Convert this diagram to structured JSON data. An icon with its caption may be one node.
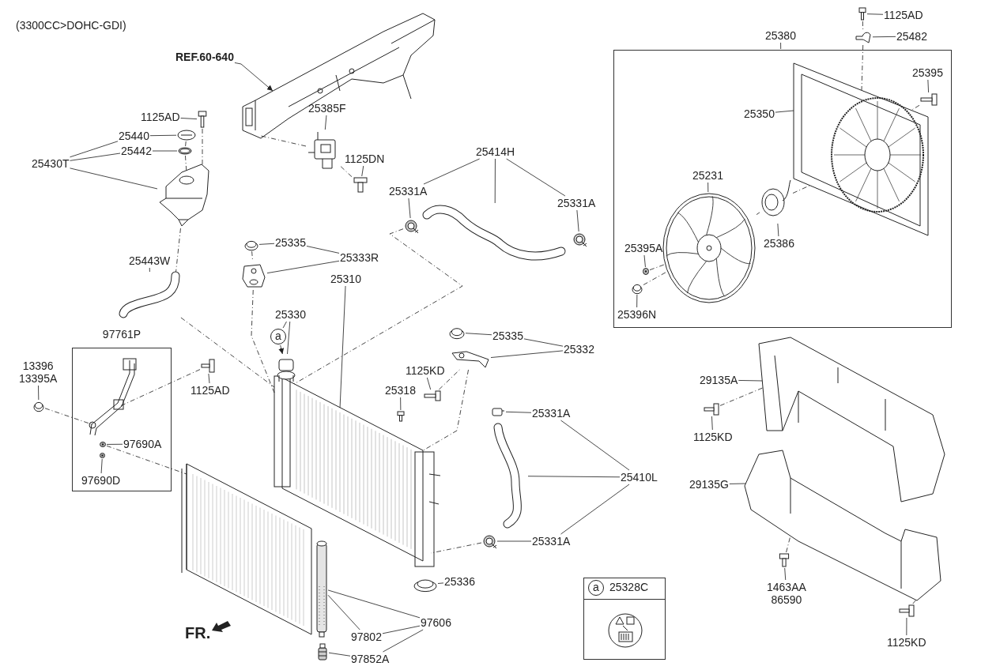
{
  "diagram": {
    "nodes": [
      {
        "text": [
          "REF.60-640"
        ]
      },
      {
        "text": [],
        "shape": "picture"
      },
      {
        "text": [
          "25385F"
        ]
      },
      {
        "text": [],
        "shape": "picture"
      },
      {
        "text": [
          "1125DN"
        ]
      },
      {
        "text": [],
        "shape": "picture"
      },
      {
        "text": [
          "1125AD"
        ]
      },
      {
        "text": [],
        "shape": "picture"
      },
      {
        "text": [
          "25440"
        ]
      },
      {
        "text": [],
        "shape": "picture"
      },
      {
        "text": [
          "25442"
        ]
      },
      {
        "text": [],
        "shape": "picture"
      },
      {
        "text": [
          "25430T"
        ]
      },
      {
        "text": [],
        "shape": "picture"
      },
      {
        "text": [
          "25443W"
        ]
      },
      {
        "text": [],
        "shape": "picture"
      },
      {
        "text": [
          "25335"
        ]
      },
      {
        "text": [],
        "shape": "picture"
      },
      {
        "text": [
          "25333R"
        ]
      },
      {
        "text": [],
        "shape": "picture"
      },
      {
        "text": [
          "25310"
        ]
      },
      {
        "text": [],
        "shape": "picture"
      },
      {
        "text": [
          "25330"
        ]
      },
      {
        "text": [
          "a"
        ]
      },
      {
        "text": [],
        "shape": "picture"
      },
      {
        "text": [
          "25318"
        ]
      },
      {
        "text": [],
        "shape": "picture"
      },
      {
        "text": [
          "1125KD"
        ]
      },
      {
        "text": [],
        "shape": "picture"
      },
      {
        "text": [
          "25335"
        ]
      },
      {
        "text": [],
        "shape": "picture"
      },
      {
        "text": [
          "25332"
        ]
      },
      {
        "text": [],
        "shape": "picture"
      },
      {
        "text": [
          "25414H"
        ]
      },
      {
        "text": [],
        "shape": "picture"
      },
      {
        "text": [
          "25331A"
        ]
      },
      {
        "text": [],
        "shape": "picture"
      },
      {
        "text": [
          "25331A"
        ]
      },
      {
        "text": [],
        "shape": "picture"
      },
      {
        "text": [
          "25331A"
        ]
      },
      {
        "text": [],
        "shape": "picture"
      },
      {
        "text": [
          "25410L"
        ]
      },
      {
        "text": [],
        "shape": "picture"
      },
      {
        "text": [
          "25331A"
        ]
      },
      {
        "text": [],
        "shape": "picture"
      },
      {
        "text": [
          "25336"
        ]
      },
      {
        "text": [],
        "shape": "picture"
      },
      {
        "text": [
          "97761P"
        ]
      },
      {
        "text": [],
        "shape": "picture",
        "in": 47
      },
      {
        "text": [
          "97690A"
        ],
        "in": 47
      },
      {
        "text": [],
        "shape": "picture",
        "in": 47
      },
      {
        "text": [
          "97690D"
        ],
        "in": 47
      },
      {
        "text": [],
        "shape": "picture",
        "in": 47
      },
      {
        "text": [
          "13396",
          "13395A"
        ]
      },
      {
        "text": [],
        "shape": "picture"
      },
      {
        "text": [
          "1125AD"
        ]
      },
      {
        "text": [],
        "shape": "picture"
      },
      {
        "text": [
          "97606"
        ]
      },
      {
        "text": [],
        "shape": "picture"
      },
      {
        "text": [
          "97802"
        ]
      },
      {
        "text": [],
        "shape": "picture"
      },
      {
        "text": [
          "97852A"
        ]
      },
      {
        "text": [],
        "shape": "picture"
      },
      {
        "text": [],
        "shape": "box"
      },
      {
        "text": [
          "a"
        ],
        "in": 63
      },
      {
        "text": [
          "25328C"
        ],
        "in": 63
      },
      {
        "text": [],
        "shape": "picture",
        "in": 63
      },
      {
        "text": [
          "25380"
        ]
      },
      {
        "text": [],
        "shape": "box"
      },
      {
        "text": [
          "1125AD"
        ]
      },
      {
        "text": [],
        "shape": "picture"
      },
      {
        "text": [
          "25482"
        ]
      },
      {
        "text": [],
        "shape": "picture"
      },
      {
        "text": [
          "25395"
        ],
        "in": 68
      },
      {
        "text": [],
        "shape": "picture",
        "in": 68
      },
      {
        "text": [
          "25350"
        ],
        "in": 68
      },
      {
        "text": [],
        "shape": "picture",
        "in": 68
      },
      {
        "text": [
          "25231"
        ],
        "in": 68
      },
      {
        "text": [],
        "shape": "picture",
        "in": 68
      },
      {
        "text": [],
        "shape": "picture",
        "in": 68
      },
      {
        "text": [
          "25386"
        ],
        "in": 68
      },
      {
        "text": [
          "25395A"
        ],
        "in": 68
      },
      {
        "text": [],
        "shape": "picture",
        "in": 68
      },
      {
        "text": [
          "25396N"
        ],
        "in": 68
      },
      {
        "text": [],
        "shape": "picture",
        "in": 68
      },
      {
        "text": [
          "29135A"
        ]
      },
      {
        "text": [],
        "shape": "picture"
      },
      {
        "text": [
          "29135G"
        ]
      },
      {
        "text": [
          "1125KD"
        ]
      },
      {
        "text": [],
        "shape": "picture"
      },
      {
        "text": [
          "1463AA",
          "86590"
        ]
      },
      {
        "text": [],
        "shape": "picture"
      },
      {
        "text": [
          "1125KD"
        ]
      },
      {
        "text": [],
        "shape": "picture"
      }
    ],
    "edges": [
      {
        "from": 0,
        "to": 1,
        "arrow": "to"
      },
      {
        "from": 2,
        "to": 3,
        "arrow": "none"
      },
      {
        "from": 4,
        "to": 5,
        "arrow": "none"
      },
      {
        "from": 6,
        "to": 7,
        "arrow": "none"
      },
      {
        "from": 8,
        "to": 9,
        "arrow": "none"
      },
      {
        "from": 10,
        "to": 11,
        "arrow": "none"
      },
      {
        "from": 12,
        "to": 8,
        "arrow": "none"
      },
      {
        "from": 12,
        "to": 10,
        "arrow": "none"
      },
      {
        "from": 12,
        "to": 13,
        "arrow": "none"
      },
      {
        "from": 14,
        "to": 15,
        "arrow": "none"
      },
      {
        "from": 16,
        "to": 17,
        "arrow": "none"
      },
      {
        "from": 18,
        "to": 16,
        "arrow": "none"
      },
      {
        "from": 18,
        "to": 19,
        "arrow": "none"
      },
      {
        "from": 20,
        "to": 21,
        "arrow": "none"
      },
      {
        "from": 22,
        "to": 23,
        "arrow": "none"
      },
      {
        "from": 22,
        "to": 24,
        "arrow": "none"
      },
      {
        "from": 23,
        "to": 24,
        "arrow": "to"
      },
      {
        "from": 25,
        "to": 26,
        "arrow": "none"
      },
      {
        "from": 27,
        "to": 28,
        "arrow": "none"
      },
      {
        "from": 29,
        "to": 30,
        "arrow": "none"
      },
      {
        "from": 31,
        "to": 29,
        "arrow": "none"
      },
      {
        "from": 31,
        "to": 32,
        "arrow": "none"
      },
      {
        "from": 33,
        "to": 34,
        "arrow": "none"
      },
      {
        "from": 33,
        "to": 35,
        "arrow": "none"
      },
      {
        "from": 33,
        "to": 37,
        "arrow": "none"
      },
      {
        "from": 35,
        "to": 36,
        "arrow": "none"
      },
      {
        "from": 37,
        "to": 38,
        "arrow": "none"
      },
      {
        "from": 39,
        "to": 40,
        "arrow": "none"
      },
      {
        "from": 41,
        "to": 39,
        "arrow": "none"
      },
      {
        "from": 41,
        "to": 42,
        "arrow": "none"
      },
      {
        "from": 41,
        "to": 43,
        "arrow": "none"
      },
      {
        "from": 43,
        "to": 44,
        "arrow": "none"
      },
      {
        "from": 45,
        "to": 46,
        "arrow": "none"
      },
      {
        "from": 49,
        "to": 50,
        "arrow": "none"
      },
      {
        "from": 51,
        "to": 52,
        "arrow": "none"
      },
      {
        "from": 53,
        "to": 54,
        "arrow": "none"
      },
      {
        "from": 55,
        "to": 56,
        "arrow": "none"
      },
      {
        "from": 57,
        "to": 59,
        "arrow": "none"
      },
      {
        "from": 57,
        "to": 61,
        "arrow": "none"
      },
      {
        "from": 57,
        "to": 60,
        "arrow": "none"
      },
      {
        "from": 59,
        "to": 60,
        "arrow": "none"
      },
      {
        "from": 61,
        "to": 62,
        "arrow": "none"
      },
      {
        "from": 67,
        "to": 68,
        "arrow": "none"
      },
      {
        "from": 69,
        "to": 70,
        "arrow": "none"
      },
      {
        "from": 71,
        "to": 72,
        "arrow": "none"
      },
      {
        "from": 73,
        "to": 74,
        "arrow": "none"
      },
      {
        "from": 75,
        "to": 76,
        "arrow": "none"
      },
      {
        "from": 77,
        "to": 78,
        "arrow": "none"
      },
      {
        "from": 80,
        "to": 79,
        "arrow": "none"
      },
      {
        "from": 81,
        "to": 82,
        "arrow": "none"
      },
      {
        "from": 83,
        "to": 84,
        "arrow": "none"
      },
      {
        "from": 85,
        "to": 86,
        "arrow": "none"
      },
      {
        "from": 87,
        "to": 86,
        "arrow": "none"
      },
      {
        "from": 88,
        "to": 89,
        "arrow": "none"
      },
      {
        "from": 90,
        "to": 91,
        "arrow": "none"
      },
      {
        "from": 92,
        "to": 93,
        "arrow": "none"
      },
      {
        "from": 7,
        "to": 13,
        "arrow": "none",
        "style": "dashed"
      },
      {
        "from": 9,
        "to": 11,
        "arrow": "none",
        "style": "dashed"
      },
      {
        "from": 11,
        "to": 13,
        "arrow": "none",
        "style": "dashed"
      },
      {
        "from": 5,
        "to": 3,
        "arrow": "none",
        "style": "dashed"
      },
      {
        "from": 3,
        "to": 1,
        "arrow": "none",
        "style": "dashed"
      },
      {
        "from": 13,
        "to": 15,
        "arrow": "none",
        "style": "dashed"
      },
      {
        "from": 15,
        "to": 21,
        "arrow": "none",
        "style": "dashed"
      },
      {
        "from": 36,
        "to": 21,
        "arrow": "none",
        "style": "dashed"
      },
      {
        "from": 17,
        "to": 19,
        "arrow": "none",
        "style": "dashed"
      },
      {
        "from": 19,
        "to": 21,
        "arrow": "none",
        "style": "dashed"
      },
      {
        "from": 28,
        "to": 32,
        "arrow": "none",
        "style": "dashed"
      },
      {
        "from": 32,
        "to": 21,
        "arrow": "none",
        "style": "dashed"
      },
      {
        "from": 56,
        "to": 48,
        "arrow": "none",
        "style": "dashed"
      },
      {
        "from": 54,
        "to": 48,
        "arrow": "none",
        "style": "dashed"
      },
      {
        "from": 50,
        "to": 58,
        "arrow": "none",
        "style": "dashed"
      },
      {
        "from": 44,
        "to": 21,
        "arrow": "none",
        "style": "dashed"
      },
      {
        "from": 70,
        "to": 72,
        "arrow": "none",
        "style": "dashed"
      },
      {
        "from": 72,
        "to": 76,
        "arrow": "none",
        "style": "dashed"
      },
      {
        "from": 74,
        "to": 76,
        "arrow": "none",
        "style": "dashed"
      },
      {
        "from": 79,
        "to": 76,
        "arrow": "none",
        "style": "dashed"
      },
      {
        "from": 78,
        "to": 79,
        "arrow": "none",
        "style": "dashed"
      },
      {
        "from": 82,
        "to": 78,
        "arrow": "none",
        "style": "dashed"
      },
      {
        "from": 84,
        "to": 78,
        "arrow": "none",
        "style": "dashed"
      },
      {
        "from": 89,
        "to": 86,
        "arrow": "none",
        "style": "dashed"
      },
      {
        "from": 91,
        "to": 86,
        "arrow": "none",
        "style": "dashed"
      },
      {
        "from": 93,
        "to": 86,
        "arrow": "none",
        "style": "dashed"
      }
    ],
    "labels": [
      "(3300CC>DOHC-GDI)",
      "FR."
    ]
  }
}
